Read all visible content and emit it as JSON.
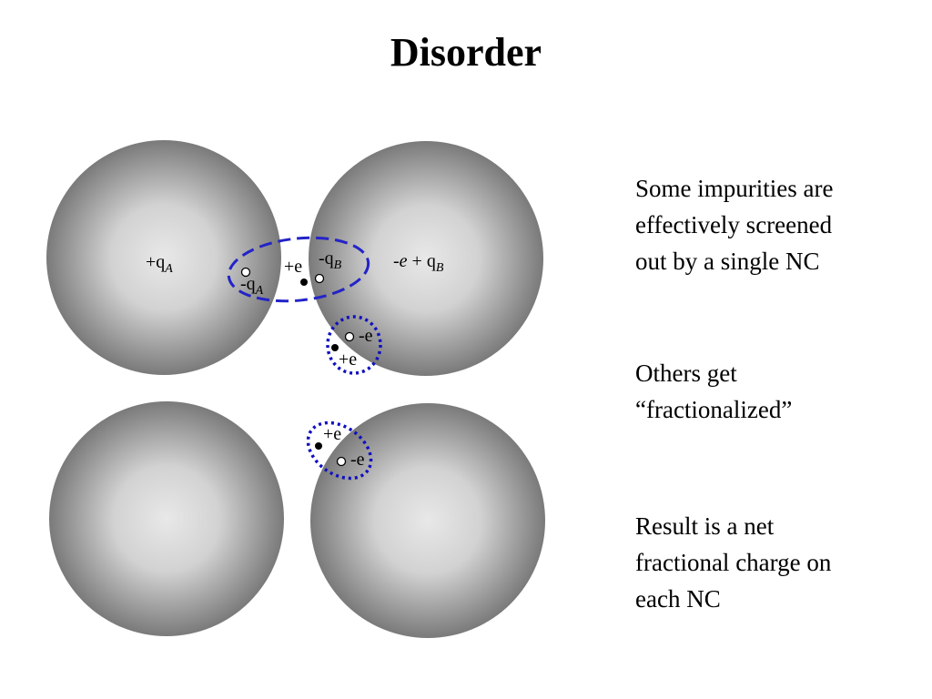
{
  "title": "Disorder",
  "labels": {
    "plus_qA": "+q",
    "plus_qA_sub": "A",
    "minus_qA": "-q",
    "minus_qA_sub": "A",
    "plus_e_mid": "+e",
    "minus_qB": "-q",
    "minus_qB_sub": "B",
    "right_charge_a": "-e",
    "right_charge_b": " + q",
    "right_charge_sub": "B",
    "pair1_minus": "-e",
    "pair1_plus": "+e",
    "pair2_plus": "+e",
    "pair2_minus": "-e"
  },
  "text_blocks": [
    {
      "lines": [
        "Some impurities are",
        "effectively screened",
        "out by a single NC"
      ]
    },
    {
      "lines": [
        "Others get",
        "“fractionalized”"
      ]
    },
    {
      "lines": [
        "Result is a net",
        "fractional charge on",
        "each NC"
      ]
    }
  ],
  "colors": {
    "sphere_center": "#e8e8e8",
    "sphere_edge": "#7a7a7a",
    "ellipse_blue": "#2323c8",
    "dotted_blue": "#1010c0"
  }
}
